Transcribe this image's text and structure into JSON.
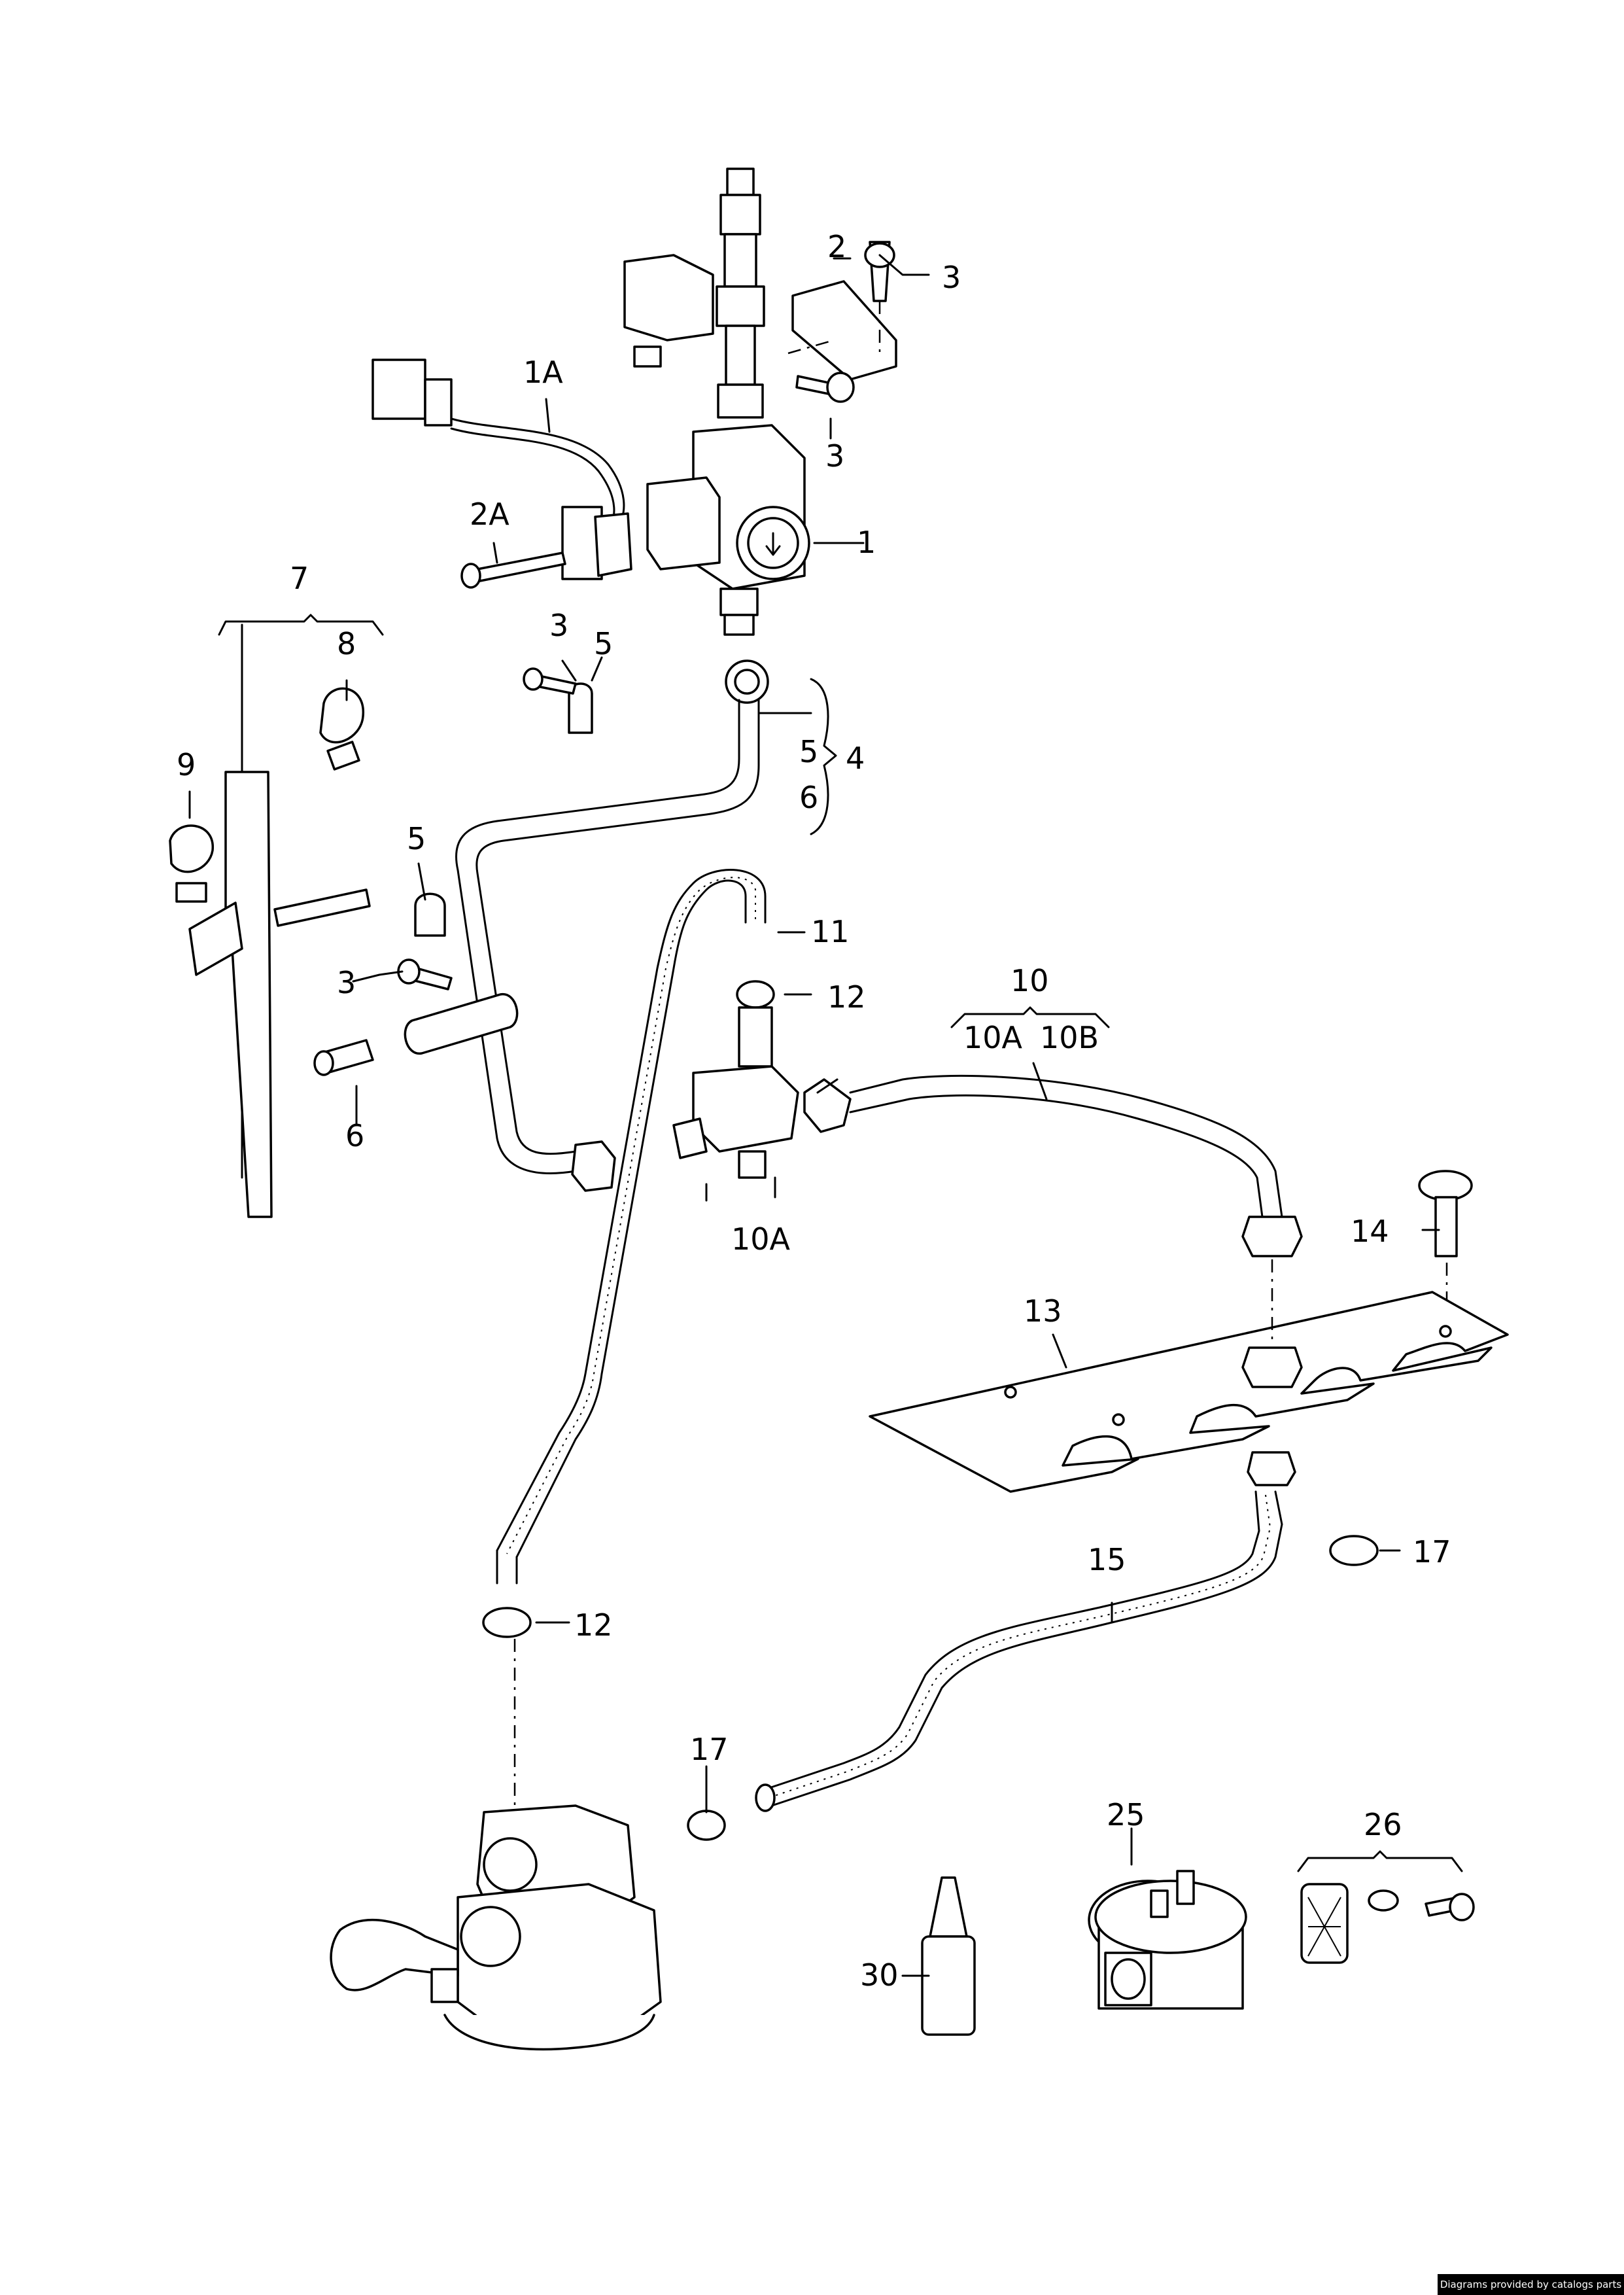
{
  "labels": {
    "p1": "1",
    "p1a": "1A",
    "p2": "2",
    "p2a": "2A",
    "p3_top_a": "3",
    "p3_top_b": "3",
    "p3_mid": "3",
    "p3_left": "3",
    "p4": "4",
    "p5_bracket": "5",
    "p6_bracket": "6",
    "p5_clip_top": "5",
    "p5_clip_left": "5",
    "p6_left": "6",
    "p7": "7",
    "p8": "8",
    "p9": "9",
    "p10": "10",
    "p10a_group": "10A",
    "p10b_group": "10B",
    "p10a_part": "10A",
    "p11": "11",
    "p12_top": "12",
    "p12_bottom": "12",
    "p13": "13",
    "p14": "14",
    "p15": "15",
    "p17_right": "17",
    "p17_left": "17",
    "p25": "25",
    "p26": "26",
    "p30": "30"
  },
  "footer": {
    "credit": "Diagrams provided by catalogs parts"
  }
}
